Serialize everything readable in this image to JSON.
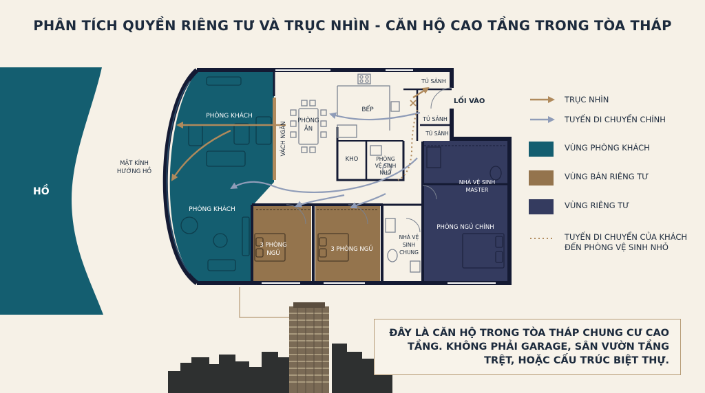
{
  "title": "PHÂN TÍCH QUYỀN RIÊNG TƯ VÀ TRỤC NHÌN - CĂN HỘ CAO TẦNG TRONG TÒA THÁP",
  "colors": {
    "background": "#f6f1e7",
    "lake": "#145e70",
    "living_zone": "#145e70",
    "semi_private_zone": "#94744d",
    "private_zone": "#343b5f",
    "wall": "#141a33",
    "sightline": "#b08a5c",
    "circulation": "#8f9cb8",
    "guest_path": "#b08a5c"
  },
  "labels": {
    "lake": "HỒ",
    "glass_facade": [
      "MẶT KÍNH",
      "HƯỚNG HỒ"
    ],
    "living_room_top": "PHÒNG KHÁCH",
    "living_room_bottom": "PHÒNG KHÁCH",
    "dining": [
      "PHÒNG",
      "ĂN"
    ],
    "partition": "VÁCH NGĂN",
    "kitchen": "BẾP",
    "storage": "KHO",
    "small_wc": [
      "PHÒNG",
      "VỆ SINH",
      "NHỎ"
    ],
    "foyer_cabinet_1": "TỦ SẢNH",
    "foyer_cabinet_2": "TỦ SẢNH",
    "foyer_cabinet_3": "TỦ SẢNH",
    "entrance": "LỐI VÀO",
    "master_wc": [
      "NHÀ VỆ SINH",
      "MASTER"
    ],
    "master_bedroom": "PHÒNG NGỦ CHÍNH",
    "bedroom_1": [
      "3 PHÒNG",
      "NGỦ"
    ],
    "bedroom_2": "3 PHÒNG NGỦ",
    "shared_wc": [
      "NHÀ VỆ",
      "SINH",
      "CHUNG"
    ]
  },
  "legend": [
    {
      "label": "TRỤC NHÌN",
      "symbol": "arrow-sightline"
    },
    {
      "label": "TUYẾN DI CHUYỂN CHÍNH",
      "symbol": "arrow-circulation"
    },
    {
      "label": "VÙNG PHÒNG KHÁCH",
      "symbol": "swatch-living"
    },
    {
      "label": "VÙNG BÁN RIÊNG TƯ",
      "symbol": "swatch-semi-private"
    },
    {
      "label": "VÙNG RIÊNG TƯ",
      "symbol": "swatch-private"
    },
    {
      "label": "TUYẾN DI CHUYỂN CỦA KHÁCH ĐẾN PHÒNG VỆ SINH NHỎ",
      "symbol": "dotted-guest-path"
    }
  ],
  "note": "ĐÂY LÀ CĂN HỘ TRONG TÒA THÁP CHUNG CƯ CAO TẦNG. KHÔNG PHẢI GARAGE, SÂN VƯỜN TẦNG TRỆT, HOẶC CẤU TRÚC BIỆT THỰ."
}
